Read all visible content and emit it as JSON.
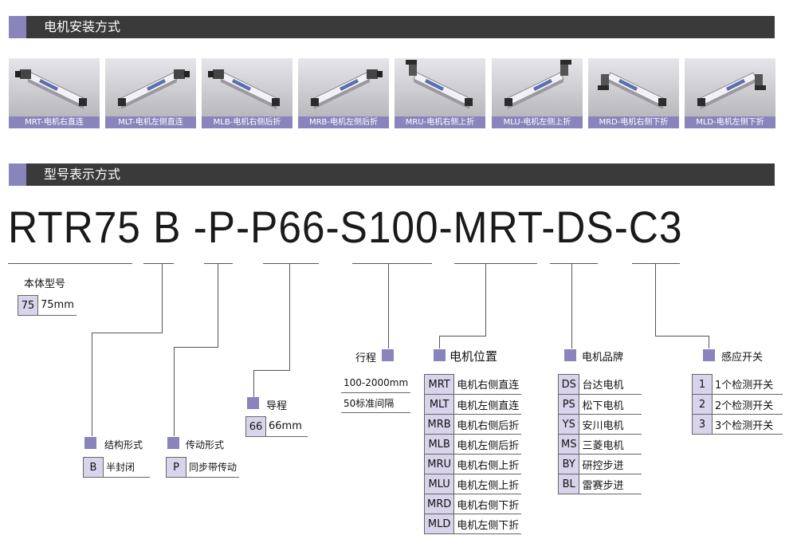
{
  "section1": {
    "title": "电机安装方式"
  },
  "thumbnails": [
    {
      "caption": "MRT-电机右直连"
    },
    {
      "caption": "MLT-电机左侧直连"
    },
    {
      "caption": "MLB-电机右侧后折"
    },
    {
      "caption": "MRB-电机左侧后折"
    },
    {
      "caption": "MRU-电机右侧上折"
    },
    {
      "caption": "MLU-电机左侧上折"
    },
    {
      "caption": "MRD-电机右侧下折"
    },
    {
      "caption": "MLD-电机左侧下折"
    }
  ],
  "section2": {
    "title": "型号表示方式"
  },
  "model": {
    "code": "RTR75 B -P-P66-S100-MRT-DS-C3"
  },
  "body_model": {
    "title": "本体型号",
    "rows": [
      {
        "code": "75",
        "desc": "75mm"
      }
    ]
  },
  "structure": {
    "title": "结构形式",
    "rows": [
      {
        "code": "B",
        "desc": "半封闭"
      }
    ]
  },
  "drive": {
    "title": "传动形式",
    "rows": [
      {
        "code": "P",
        "desc": "同步带传动"
      }
    ]
  },
  "lead": {
    "title": "导程",
    "rows": [
      {
        "code": "66",
        "desc": "66mm"
      }
    ]
  },
  "stroke": {
    "title": "行程",
    "rows": [
      {
        "desc": "100-2000mm"
      },
      {
        "desc": "50标准间隔"
      }
    ]
  },
  "motor_pos": {
    "title": "电机位置",
    "rows": [
      {
        "code": "MRT",
        "desc": "电机右侧直连"
      },
      {
        "code": "MLT",
        "desc": "电机左侧直连"
      },
      {
        "code": "MRB",
        "desc": "电机右侧后折"
      },
      {
        "code": "MLB",
        "desc": "电机左侧后折"
      },
      {
        "code": "MRU",
        "desc": "电机右侧上折"
      },
      {
        "code": "MLU",
        "desc": "电机左侧上折"
      },
      {
        "code": "MRD",
        "desc": "电机右侧下折"
      },
      {
        "code": "MLD",
        "desc": "电机左侧下折"
      }
    ]
  },
  "motor_brand": {
    "title": "电机品牌",
    "rows": [
      {
        "code": "DS",
        "desc": "台达电机"
      },
      {
        "code": "PS",
        "desc": "松下电机"
      },
      {
        "code": "YS",
        "desc": "安川电机"
      },
      {
        "code": "MS",
        "desc": "三菱电机"
      },
      {
        "code": "BY",
        "desc": "研控步进"
      },
      {
        "code": "BL",
        "desc": "雷赛步进"
      }
    ]
  },
  "sensor": {
    "title": "感应开关",
    "rows": [
      {
        "code": "1",
        "desc": "1个检测开关"
      },
      {
        "code": "2",
        "desc": "2个检测开关"
      },
      {
        "code": "3",
        "desc": "3个检测开关"
      }
    ]
  },
  "colors": {
    "accent": "#8a84bc",
    "bar": "#3a3a3a",
    "cell": "#d9d4ec"
  }
}
